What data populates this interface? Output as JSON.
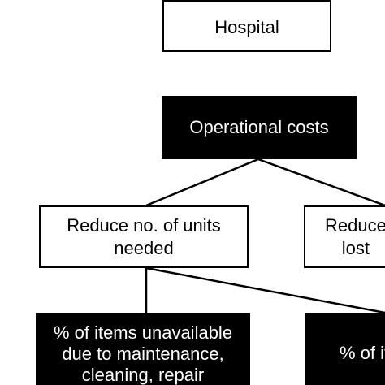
{
  "diagram": {
    "nodes": {
      "hospital": {
        "lines": [
          "Hospital"
        ],
        "style": "white"
      },
      "operational_costs": {
        "lines": [
          "Operational costs"
        ],
        "style": "black"
      },
      "reduce_units": {
        "lines": [
          "Reduce no. of units",
          "needed"
        ],
        "style": "white"
      },
      "reduce_lost": {
        "lines": [
          "Reduce",
          "lost"
        ],
        "style": "white"
      },
      "items_unavailable": {
        "lines": [
          "% of items unavailable",
          "due to maintenance,",
          "cleaning, repair"
        ],
        "style": "black"
      },
      "pct_right": {
        "lines": [
          "% of it"
        ],
        "style": "black"
      }
    },
    "edges": [
      {
        "from": "operational_costs",
        "to": "reduce_units"
      },
      {
        "from": "operational_costs",
        "to": "reduce_lost"
      },
      {
        "from": "reduce_units",
        "to": "items_unavailable"
      },
      {
        "from": "reduce_units",
        "to": "pct_right"
      }
    ],
    "colors": {
      "line": "#000000",
      "dark_fill": "#000000",
      "dark_text": "#ffffff",
      "light_fill": "#ffffff",
      "light_text": "#000000"
    }
  }
}
